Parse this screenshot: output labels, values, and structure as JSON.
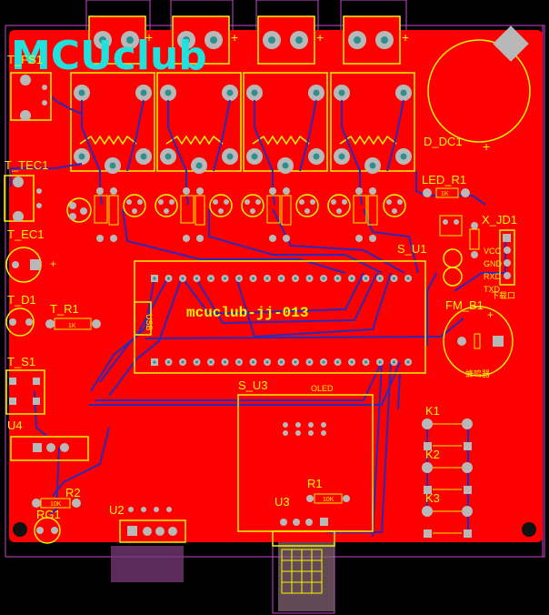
{
  "board": {
    "logo_text": "MCUclub",
    "project_label": "mcuclub-jj-013",
    "colors": {
      "background": "#000000",
      "copper": "#ff0000",
      "silkscreen": "#f6f600",
      "trace": "#2a2ab8",
      "pad": "#b8b8b8",
      "drill": "#2f8f8f",
      "keepout": "#cc44cc",
      "logo": "#22e0dc"
    }
  },
  "labels": {
    "t_fs1": "T_FS1",
    "t_tec1": "T_TEC1",
    "t_ec1": "T_EC1",
    "t_d1": "T_D1",
    "t_r1": "T_R1",
    "t_s1": "T_S1",
    "u4": "U4",
    "r2": "R2",
    "rg1": "RG1",
    "u2": "U2",
    "s_u3": "S_U3",
    "u3": "U3",
    "r1": "R1",
    "s_u1": "S_U1",
    "d_dc1": "D_DC1",
    "led_r1": "LED_R1",
    "x_jd1": "X_JD1",
    "fm_b1": "FM_B1",
    "k1": "K1",
    "k2": "K2",
    "k3": "K3",
    "usb": "USB",
    "oled": "OLED",
    "pin_vcc": "VCC",
    "pin_gnd": "GND",
    "pin_rxd": "RXD",
    "pin_txd": "TXD",
    "download": "下载口",
    "buzzer": "蜂鸣器",
    "r_1k": "1K",
    "r_10k": "10K",
    "plus": "+"
  }
}
